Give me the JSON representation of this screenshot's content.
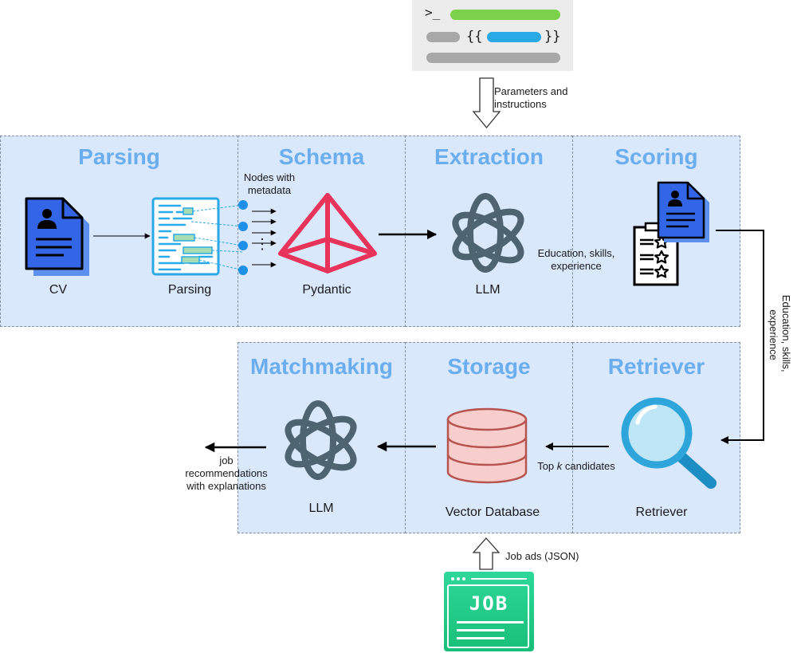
{
  "panels": {
    "parsing": "Parsing",
    "schema": "Schema",
    "extraction": "Extraction",
    "scoring": "Scoring",
    "matchmaking": "Matchmaking",
    "storage": "Storage",
    "retriever": "Retriever"
  },
  "labels": {
    "cv": "CV",
    "parsing": "Parsing",
    "pydantic": "Pydantic",
    "llm_extraction": "LLM",
    "llm_matchmaking": "LLM",
    "vector_db": "Vector Database",
    "retriever": "Retriever"
  },
  "annotations": {
    "params_line1": "Parameters and",
    "params_line2": "instructions",
    "nodes_line1": "Nodes with",
    "nodes_line2": "metadata",
    "edu_line1": "Education, skills,",
    "edu_line2": "experience",
    "edu_vertical_line1": "Education, skills,",
    "edu_vertical_line2": "experience",
    "topk_pre": "Top ",
    "topk_k": "k",
    "topk_post": " candidates",
    "job_rec_line1": "job",
    "job_rec_line2": "recommendations",
    "job_rec_line3": "with explanations",
    "job_ads": "Job ads (JSON)",
    "vdots": "⋮"
  },
  "template_card": {
    "prompt": ">_",
    "braces_open": "{{",
    "braces_close": "}}"
  },
  "job_card": {
    "text": "JOB"
  },
  "colors": {
    "panel_fill": "#dae8fc",
    "title": "#6aaef0",
    "doc_blue": "#2f6fe0",
    "pydantic": "#e8345a",
    "openai": "#4e6470",
    "db": "#f8cecc",
    "magnifier": "#2ea6dc",
    "job_green": "#2fd79a"
  }
}
